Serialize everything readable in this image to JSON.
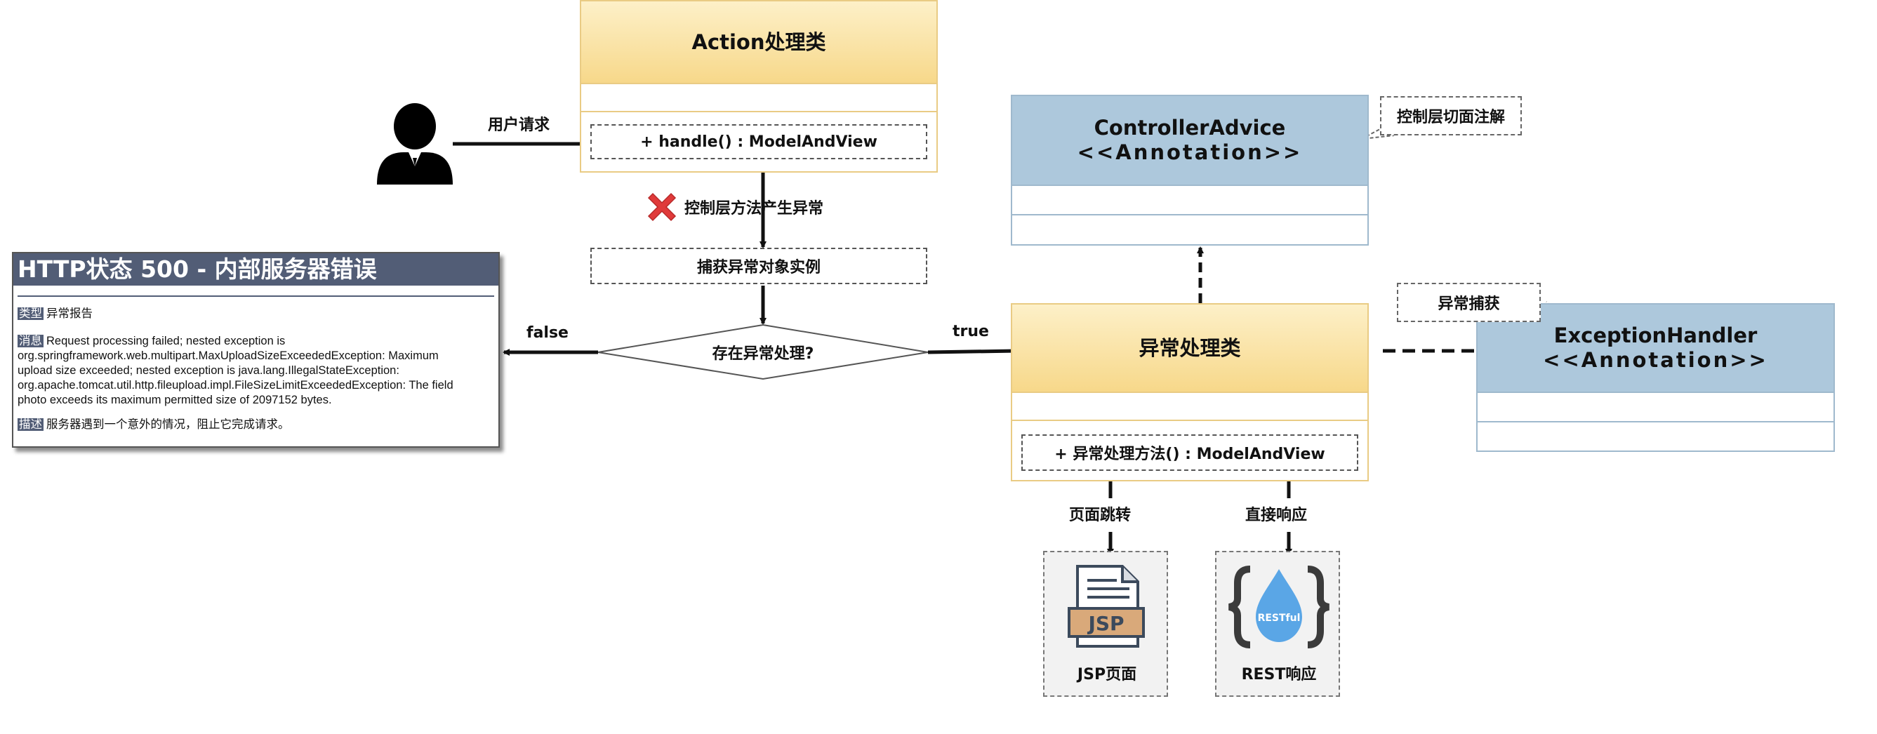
{
  "action_class": {
    "title": "Action处理类",
    "method": "+ handle() : ModelAndView"
  },
  "user_request_label": "用户请求",
  "exception_raised_label": "控制层方法产生异常",
  "catch_instance_label": "捕获异常对象实例",
  "decision": {
    "question": "存在异常处理?",
    "false_label": "false",
    "true_label": "true"
  },
  "error_page": {
    "title": "HTTP状态 500 - 内部服务器错误",
    "type_tag": "类型",
    "type_text": "异常报告",
    "message_tag": "消息",
    "message_lines": [
      "Request processing failed; nested exception is",
      "org.springframework.web.multipart.MaxUploadSizeExceededException: Maximum",
      "upload size exceeded; nested exception is java.lang.IllegalStateException:",
      "org.apache.tomcat.util.http.fileupload.impl.FileSizeLimitExceededException: The field",
      "photo exceeds its maximum permitted size of 2097152 bytes."
    ],
    "desc_tag": "描述",
    "desc_text": "服务器遇到一个意外的情况，阻止它完成请求。"
  },
  "controller_advice": {
    "title": "ControllerAdvice",
    "stereotype": "<<Annotation>>",
    "note": "控制层切面注解"
  },
  "exception_class": {
    "title": "异常处理类",
    "method": "+ 异常处理方法() : ModelAndView"
  },
  "exception_handler": {
    "title": "ExceptionHandler",
    "stereotype": "<<Annotation>>",
    "note": "异常捕获"
  },
  "page_forward_label": "页面跳转",
  "direct_response_label": "直接响应",
  "jsp": {
    "icon_text": "JSP",
    "caption": "JSP页面"
  },
  "rest": {
    "icon_text": "RESTful",
    "caption": "REST响应"
  },
  "colors": {
    "uml_yellow": "#f7d88a",
    "uml_blue": "#adc8dc",
    "error_header": "#525d76",
    "x_mark": "#e03a3a",
    "drop_blue": "#5aa6e6"
  }
}
